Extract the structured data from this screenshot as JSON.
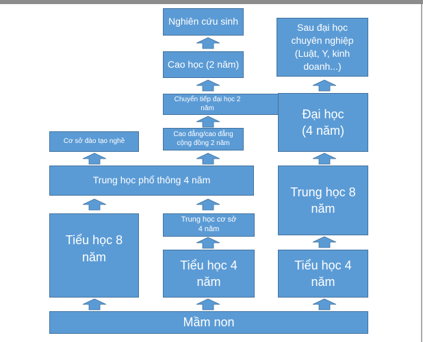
{
  "diagram": {
    "title": "Vietnamese-style education system flow diagram",
    "colors": {
      "box_fill": "#5b9bd5",
      "box_border": "#41719c",
      "text": "#ffffff"
    },
    "boxes": {
      "nghien_cuu_sinh": "Nghiên cứu sinh",
      "cao_hoc": "Cao học (2 năm)",
      "chuyen_tiep": "Chuyển tiếp đại học 2 năm",
      "cao_dang": "Cao đẳng/cao đẳng cộng đồng 2 năm",
      "sau_dai_hoc": "Sau đại học chuyên nghiệp (Luật, Y, kinh doanh...)",
      "dai_hoc": "Đại học (4 năm)",
      "co_so_dao_tao_nghe": "Cơ sở đào tạo nghề",
      "trung_hoc_pho_thong": "Trung học phổ thông 4 năm",
      "trung_hoc_8": "Trung học 8 năm",
      "tieu_hoc_8": "Tiểu học 8 năm",
      "trung_hoc_co_so": "Trung học cơ sở 4 năm",
      "tieu_hoc_4_mid": "Tiểu học 4 năm",
      "tieu_hoc_4_right": "Tiểu học 4 năm",
      "mam_non": "Mầm non"
    },
    "arrows": [
      {
        "from": "Mầm non",
        "to": "Tiểu học 8 năm"
      },
      {
        "from": "Mầm non",
        "to": "Tiểu học 4 năm"
      },
      {
        "from": "Mầm non",
        "to": "Tiểu học 4 năm (right)"
      },
      {
        "from": "Tiểu học 8 năm",
        "to": "Trung học phổ thông 4 năm"
      },
      {
        "from": "Tiểu học 4 năm",
        "to": "Trung học cơ sở 4 năm"
      },
      {
        "from": "Trung học cơ sở 4 năm",
        "to": "Trung học phổ thông 4 năm"
      },
      {
        "from": "Tiểu học 4 năm (right)",
        "to": "Trung học 8 năm"
      },
      {
        "from": "Trung học phổ thông 4 năm",
        "to": "Cơ sở đào tạo nghề"
      },
      {
        "from": "Trung học phổ thông 4 năm",
        "to": "Cao đẳng/cao đẳng cộng đồng 2 năm"
      },
      {
        "from": "Cao đẳng/cao đẳng cộng đồng 2 năm",
        "to": "Chuyển tiếp đại học 2 năm"
      },
      {
        "from": "Chuyển tiếp đại học 2 năm",
        "to": "Cao học (2 năm)"
      },
      {
        "from": "Cao học (2 năm)",
        "to": "Nghiên cứu sinh"
      },
      {
        "from": "Trung học 8 năm",
        "to": "Đại học (4 năm)"
      },
      {
        "from": "Đại học (4 năm)",
        "to": "Sau đại học chuyên nghiệp (Luật, Y, kinh doanh...)"
      }
    ]
  }
}
